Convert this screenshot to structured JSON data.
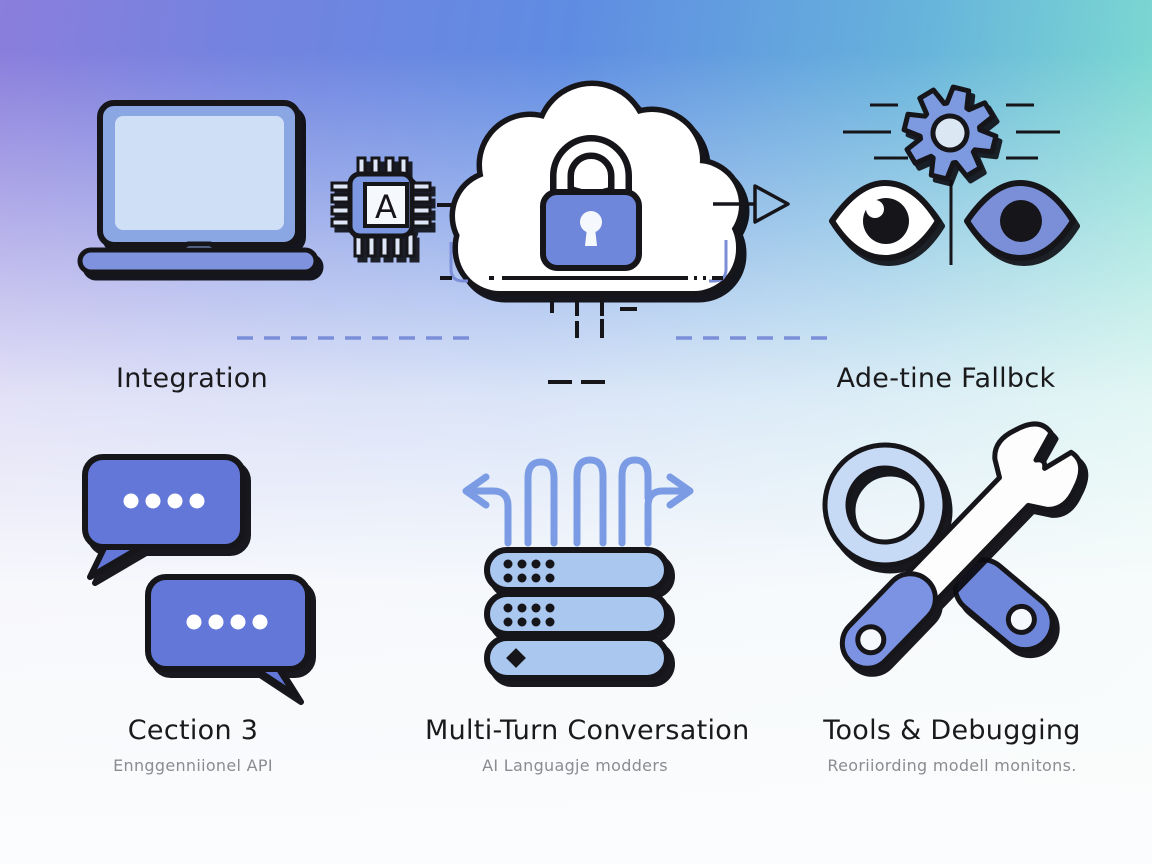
{
  "sections": {
    "integration": {
      "title": "Integration"
    },
    "adaptive_fallback": {
      "title": "Ade-tine Fallbck"
    },
    "section_3": {
      "title": "Cection 3",
      "subtitle": "Ennggenniionel API"
    },
    "multi_turn": {
      "title": "Multi-Turn Conversation",
      "subtitle": "AI Languagje modders"
    },
    "tools_debugging": {
      "title": "Tools & Debugging",
      "subtitle": "Reoriiording modell monitons."
    }
  },
  "chip": {
    "label": "A"
  },
  "icons": [
    "laptop-icon",
    "ai-chip-icon",
    "secure-cloud-icon",
    "lock-icon",
    "arrow-right-icon",
    "gear-icon",
    "eye-outline-icon",
    "eye-filled-icon",
    "chat-bubbles-icon",
    "branch-arrows-icon",
    "server-stack-icon",
    "magnifier-icon",
    "wrench-icon"
  ],
  "colors": {
    "outline": "#15151a",
    "accent_blue": "#6f87da",
    "mid_blue": "#7d98e2",
    "light_blue": "#a9c7ef",
    "pale_blue": "#cfdff5",
    "arrow_blue": "#7b9ce4",
    "dash_blue": "#7b8fd9",
    "gradient_left": "#8b7edc",
    "gradient_mid": "#5f8ce2",
    "gradient_right": "#85e8cd",
    "title_text": "#1a1a1c",
    "subtitle_text": "#8b8c91"
  }
}
